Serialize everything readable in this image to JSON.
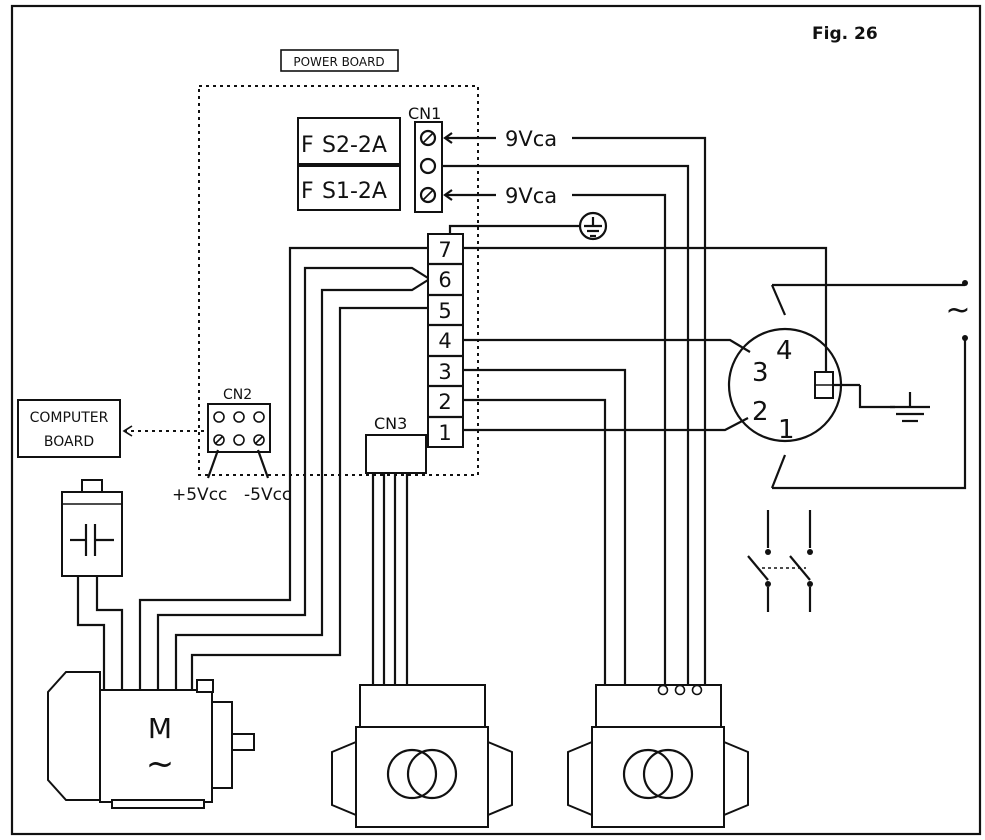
{
  "figure": {
    "label": "Fig. 26"
  },
  "boards": {
    "power": "POWER BOARD",
    "computer_line1": "COMPUTER",
    "computer_line2": "BOARD"
  },
  "fuses": [
    {
      "prefix": "F",
      "label": "S2-2A"
    },
    {
      "prefix": "F",
      "label": "S1-2A"
    }
  ],
  "connectors": {
    "cn1": "CN1",
    "cn2": "CN2",
    "cn3": "CN3",
    "terminals": [
      "7",
      "6",
      "5",
      "4",
      "3",
      "2",
      "1"
    ]
  },
  "voltages": {
    "ac_top": "9Vca",
    "ac_bottom": "9Vca",
    "dc_pos": "+5Vcc",
    "dc_neg": "-5Vcc"
  },
  "switch_terminals": [
    "4",
    "3",
    "2",
    "1"
  ],
  "motor": {
    "label": "M",
    "symbol": "~"
  },
  "mains": {
    "symbol": "~"
  }
}
